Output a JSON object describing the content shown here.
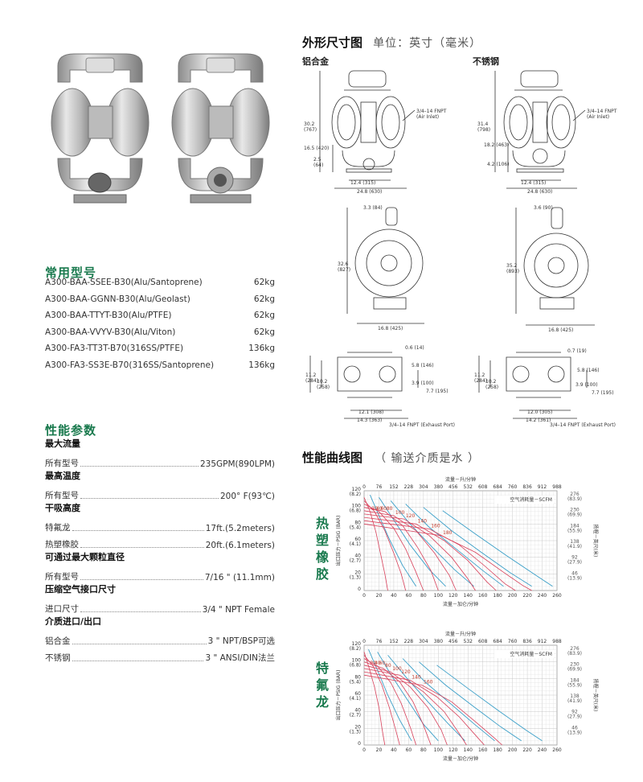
{
  "section_dims": {
    "title": "外形尺寸图",
    "unit": "单位：英寸（毫米）",
    "alu": "铝合金",
    "ss": "不锈钢"
  },
  "dims_alu_front": {
    "d1": "30.2\n(767)",
    "d2": "16.5 (420)",
    "d3": "2.5\n(64)",
    "d4": "12.4 (315)",
    "d5": "24.8 (630)",
    "air": "3/4–14 FNPT\n(Air Inlet)"
  },
  "dims_ss_front": {
    "d1": "31.4\n(798)",
    "d2": "18.2 (463)",
    "d3": "4.2 (106)",
    "d4": "12.4 (315)",
    "d5": "24.8 (630)",
    "air": "3/4–14 FNPT\n(Air Inlet)"
  },
  "dims_alu_side": {
    "top": "3.3 (84)",
    "h": "32.6\n(827)",
    "w": "16.8 (425)"
  },
  "dims_ss_side": {
    "top": "3.6 (90)",
    "h": "35.2\n(893)",
    "w": "16.8 (425)"
  },
  "dims_alu_top": {
    "a": "0.6 (14)",
    "b": "5.8 (146)",
    "c": "3.9 (100)",
    "d": "7.7 (195)",
    "h1": "11.2\n(284)",
    "h2": "10.2\n(258)",
    "w1": "12.1 (308)",
    "w2": "14.3 (363)",
    "exh": "3/4–14 FNPT (Exhaust Port)"
  },
  "dims_ss_top": {
    "a": "0.7 (19)",
    "b": "5.8 (146)",
    "c": "3.9 (100)",
    "d": "7.7 (195)",
    "h1": "11.2\n(284)",
    "h2": "10.2\n(258)",
    "w1": "12.0 (305)",
    "w2": "14.2 (361)",
    "exh": "3/4–14 FNPT (Exhaust Port)"
  },
  "models": {
    "title": "常用型号",
    "rows": [
      {
        "name": "A300-BAA-SSEE-B30(Alu/Santoprene)",
        "weight": "62kg"
      },
      {
        "name": "A300-BAA-GGNN-B30(Alu/Geolast)",
        "weight": "62kg"
      },
      {
        "name": "A300-BAA-TTYT-B30(Alu/PTFE)",
        "weight": "62kg"
      },
      {
        "name": "A300-BAA-VVYV-B30(Alu/Viton)",
        "weight": "62kg"
      },
      {
        "name": "A300-FA3-TT3T-B70(316SS/PTFE)",
        "weight": "136kg"
      },
      {
        "name": "A300-FA3-SS3E-B70(316SS/Santoprene)",
        "weight": "136kg"
      }
    ]
  },
  "specs": {
    "title": "性能参数",
    "groups": [
      {
        "label": "最大流量",
        "rows": [
          {
            "k": "所有型号",
            "v": "235GPM(890LPM)"
          }
        ]
      },
      {
        "label": "最高温度",
        "rows": [
          {
            "k": "所有型号",
            "v": "200° F(93℃)"
          }
        ]
      },
      {
        "label": "干吸高度",
        "rows": [
          {
            "k": "特氟龙",
            "v": "17ft.(5.2meters)"
          },
          {
            "k": "热塑橡胶",
            "v": "20ft.(6.1meters)"
          }
        ]
      },
      {
        "label": "可通过最大颗粒直径",
        "rows": [
          {
            "k": "所有型号",
            "v": "7/16 \" (11.1mm)"
          }
        ]
      },
      {
        "label": "压缩空气接口尺寸",
        "rows": [
          {
            "k": "进口尺寸",
            "v": "3/4 \" NPT  Female"
          }
        ]
      },
      {
        "label": "介质进口/出口",
        "rows": [
          {
            "k": "铝合金",
            "v": "3 \" NPT/BSP可选"
          },
          {
            "k": "不锈钢",
            "v": "3 \" ANSI/DIN法兰"
          }
        ]
      }
    ]
  },
  "perf": {
    "title": "性能曲线图",
    "sub": "（ 输送介质是水 ）"
  },
  "chart_data": [
    {
      "type": "line",
      "side_label": "热塑橡胶",
      "top_axis_label": "流量－升/分钟",
      "top_ticks": [
        "0",
        "76",
        "152",
        "228",
        "304",
        "380",
        "456",
        "532",
        "608",
        "684",
        "760",
        "836",
        "912",
        "988"
      ],
      "bottom_axis_label": "流量－加仑/分钟",
      "bottom_ticks": [
        "0",
        "20",
        "40",
        "60",
        "80",
        "100",
        "120",
        "140",
        "160",
        "180",
        "200",
        "220",
        "240",
        "260"
      ],
      "ylabel": "出口压力－PSIG (BAR)",
      "y_ticks": [
        "0",
        "20\n(1.3)",
        "40\n(2.7)",
        "60\n(4.1)",
        "80\n(5.4)",
        "100\n(6.8)",
        "120\n(8.2)"
      ],
      "ylabel_right": "扬程－英尺(米)",
      "y_right_ticks": [
        "46\n(13.9)",
        "92\n(27.9)",
        "138\n(41.9)",
        "184\n(55.9)",
        "230\n(69.9)",
        "276\n(83.9)"
      ],
      "legend": "空气消耗量－SCFM",
      "xlim": [
        0,
        260
      ],
      "ylim": [
        0,
        120
      ],
      "air_labels": [
        "20",
        "40",
        "60",
        "80",
        "100",
        "120",
        "140",
        "160",
        "180"
      ],
      "series_air": [
        {
          "name": "20",
          "values": [
            [
              0,
              112
            ],
            [
              8,
              95
            ],
            [
              16,
              70
            ],
            [
              22,
              45
            ],
            [
              28,
              20
            ],
            [
              32,
              0
            ]
          ]
        },
        {
          "name": "40",
          "values": [
            [
              0,
              108
            ],
            [
              14,
              95
            ],
            [
              28,
              72
            ],
            [
              40,
              45
            ],
            [
              50,
              20
            ],
            [
              56,
              0
            ]
          ]
        },
        {
          "name": "60",
          "values": [
            [
              0,
              104
            ],
            [
              20,
              95
            ],
            [
              40,
              75
            ],
            [
              56,
              50
            ],
            [
              70,
              22
            ],
            [
              80,
              0
            ]
          ]
        },
        {
          "name": "80",
          "values": [
            [
              0,
              100
            ],
            [
              28,
              95
            ],
            [
              52,
              78
            ],
            [
              72,
              52
            ],
            [
              90,
              24
            ],
            [
              100,
              0
            ]
          ]
        },
        {
          "name": "100",
          "values": [
            [
              0,
              96
            ],
            [
              40,
              90
            ],
            [
              70,
              72
            ],
            [
              95,
              45
            ],
            [
              115,
              18
            ],
            [
              124,
              0
            ]
          ]
        },
        {
          "name": "120",
          "values": [
            [
              0,
              92
            ],
            [
              54,
              86
            ],
            [
              88,
              66
            ],
            [
              118,
              40
            ],
            [
              140,
              14
            ],
            [
              150,
              0
            ]
          ]
        },
        {
          "name": "140",
          "values": [
            [
              0,
              88
            ],
            [
              70,
              80
            ],
            [
              108,
              60
            ],
            [
              140,
              36
            ],
            [
              166,
              10
            ],
            [
              178,
              0
            ]
          ]
        },
        {
          "name": "160",
          "values": [
            [
              0,
              84
            ],
            [
              88,
              74
            ],
            [
              128,
              55
            ],
            [
              162,
              30
            ],
            [
              190,
              8
            ],
            [
              204,
              0
            ]
          ]
        },
        {
          "name": "180",
          "values": [
            [
              0,
              80
            ],
            [
              104,
              66
            ],
            [
              150,
              46
            ],
            [
              188,
              22
            ],
            [
              214,
              6
            ],
            [
              226,
              0
            ]
          ]
        }
      ],
      "series_flow": [
        {
          "name": "c1",
          "values": [
            [
              8,
              115
            ],
            [
              20,
              90
            ],
            [
              35,
              60
            ],
            [
              52,
              30
            ],
            [
              70,
              5
            ]
          ]
        },
        {
          "name": "c2",
          "values": [
            [
              20,
              112
            ],
            [
              40,
              85
            ],
            [
              62,
              55
            ],
            [
              88,
              25
            ],
            [
              110,
              5
            ]
          ]
        },
        {
          "name": "c3",
          "values": [
            [
              36,
              108
            ],
            [
              62,
              80
            ],
            [
              92,
              52
            ],
            [
              122,
              25
            ],
            [
              148,
              5
            ]
          ]
        },
        {
          "name": "c4",
          "values": [
            [
              56,
              104
            ],
            [
              88,
              76
            ],
            [
              124,
              50
            ],
            [
              160,
              24
            ],
            [
              188,
              5
            ]
          ]
        },
        {
          "name": "c5",
          "values": [
            [
              80,
              100
            ],
            [
              118,
              72
            ],
            [
              158,
              46
            ],
            [
              196,
              22
            ],
            [
              226,
              5
            ]
          ]
        },
        {
          "name": "c6",
          "values": [
            [
              106,
              96
            ],
            [
              150,
              68
            ],
            [
              192,
              42
            ],
            [
              232,
              18
            ],
            [
              254,
              5
            ]
          ]
        }
      ]
    },
    {
      "type": "line",
      "side_label": "特氟龙",
      "top_axis_label": "流量－升/分钟",
      "top_ticks": [
        "0",
        "76",
        "152",
        "228",
        "304",
        "380",
        "456",
        "532",
        "608",
        "684",
        "760",
        "836",
        "912",
        "988"
      ],
      "bottom_axis_label": "流量－加仑/分钟",
      "bottom_ticks": [
        "0",
        "20",
        "40",
        "60",
        "80",
        "100",
        "120",
        "140",
        "160",
        "180",
        "200",
        "220",
        "240",
        "260"
      ],
      "ylabel": "出口压力－PSIG (BAR)",
      "y_ticks": [
        "0",
        "20\n(1.3)",
        "40\n(2.7)",
        "60\n(4.1)",
        "80\n(5.4)",
        "100\n(6.8)",
        "120\n(8.2)"
      ],
      "ylabel_right": "扬程－英尺(米)",
      "y_right_ticks": [
        "46\n(13.9)",
        "92\n(27.9)",
        "138\n(41.9)",
        "184\n(55.9)",
        "230\n(69.9)",
        "276\n(83.9)"
      ],
      "legend": "空气消耗量－SCFM",
      "xlim": [
        0,
        260
      ],
      "ylim": [
        0,
        120
      ],
      "air_labels": [
        "20",
        "40",
        "60",
        "80",
        "100",
        "120",
        "140",
        "160"
      ],
      "series_air": [
        {
          "name": "20",
          "values": [
            [
              0,
              112
            ],
            [
              6,
              95
            ],
            [
              14,
              70
            ],
            [
              20,
              45
            ],
            [
              24,
              20
            ],
            [
              28,
              0
            ]
          ]
        },
        {
          "name": "40",
          "values": [
            [
              0,
              108
            ],
            [
              12,
              95
            ],
            [
              24,
              72
            ],
            [
              34,
              45
            ],
            [
              42,
              20
            ],
            [
              48,
              0
            ]
          ]
        },
        {
          "name": "60",
          "values": [
            [
              0,
              104
            ],
            [
              18,
              95
            ],
            [
              36,
              75
            ],
            [
              50,
              50
            ],
            [
              62,
              22
            ],
            [
              70,
              0
            ]
          ]
        },
        {
          "name": "80",
          "values": [
            [
              0,
              100
            ],
            [
              26,
              92
            ],
            [
              48,
              76
            ],
            [
              66,
              52
            ],
            [
              80,
              24
            ],
            [
              90,
              0
            ]
          ]
        },
        {
          "name": "100",
          "values": [
            [
              0,
              96
            ],
            [
              36,
              88
            ],
            [
              62,
              70
            ],
            [
              86,
              45
            ],
            [
              104,
              18
            ],
            [
              112,
              0
            ]
          ]
        },
        {
          "name": "120",
          "values": [
            [
              0,
              92
            ],
            [
              48,
              84
            ],
            [
              80,
              64
            ],
            [
              108,
              40
            ],
            [
              128,
              14
            ],
            [
              138,
              0
            ]
          ]
        },
        {
          "name": "140",
          "values": [
            [
              0,
              88
            ],
            [
              62,
              78
            ],
            [
              98,
              58
            ],
            [
              128,
              34
            ],
            [
              152,
              10
            ],
            [
              162,
              0
            ]
          ]
        },
        {
          "name": "160",
          "values": [
            [
              0,
              84
            ],
            [
              78,
              72
            ],
            [
              118,
              52
            ],
            [
              150,
              28
            ],
            [
              176,
              8
            ],
            [
              186,
              0
            ]
          ]
        }
      ],
      "series_flow": [
        {
          "name": "c1",
          "values": [
            [
              6,
              115
            ],
            [
              18,
              90
            ],
            [
              32,
              60
            ],
            [
              48,
              30
            ],
            [
              64,
              5
            ]
          ]
        },
        {
          "name": "c2",
          "values": [
            [
              18,
              112
            ],
            [
              36,
              85
            ],
            [
              58,
              55
            ],
            [
              80,
              25
            ],
            [
              100,
              5
            ]
          ]
        },
        {
          "name": "c3",
          "values": [
            [
              32,
              108
            ],
            [
              58,
              80
            ],
            [
              86,
              52
            ],
            [
              114,
              25
            ],
            [
              136,
              5
            ]
          ]
        },
        {
          "name": "c4",
          "values": [
            [
              52,
              104
            ],
            [
              82,
              76
            ],
            [
              116,
              50
            ],
            [
              150,
              24
            ],
            [
              176,
              5
            ]
          ]
        },
        {
          "name": "c5",
          "values": [
            [
              74,
              100
            ],
            [
              110,
              72
            ],
            [
              148,
              46
            ],
            [
              184,
              22
            ],
            [
              212,
              5
            ]
          ]
        },
        {
          "name": "c6",
          "values": [
            [
              98,
              96
            ],
            [
              140,
              68
            ],
            [
              180,
              42
            ],
            [
              218,
              18
            ],
            [
              240,
              5
            ]
          ]
        }
      ]
    }
  ]
}
